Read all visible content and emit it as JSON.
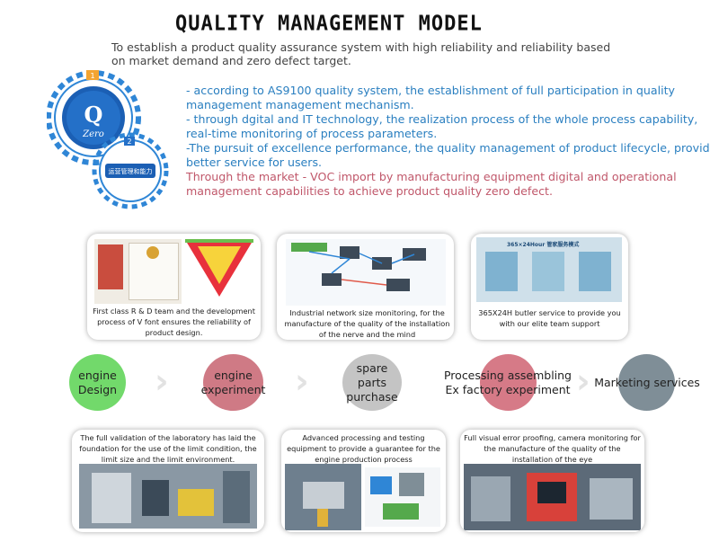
{
  "header": {
    "title": "QUALITY MANAGEMENT MODEL",
    "intro": "To establish a product quality assurance system with high reliability and reliability based on market demand and zero defect target."
  },
  "gears": {
    "badge1": "1",
    "letter": "Q",
    "word": "Zero",
    "badge2": "2",
    "ops_label": "运营管理和能力"
  },
  "points": [
    "- according to AS9100 quality system, the establishment of full participation in quality management management mechanism.",
    "- through dgital and IT technology, the realization process of the whole process capability, real-time monitoring of process parameters.",
    "-The pursuit of excellence performance, the quality management of product lifecycle, provid better service for users."
  ],
  "highlight": "Through the market - VOC import by manufacturing equipment digital and operational management capabilities to achieve product quality zero defect.",
  "top_cards": [
    "First class R & D team and the development process of V font ensures the reliability of product design.",
    "Industrial network size monitoring, for the manufacture of the quality of the installation of the nerve and the mind",
    "365X24H butler service to provide you with our elite team support"
  ],
  "card3_banner": "365×24Hour 管家服务模式",
  "steps": [
    {
      "label": "engine\nDesign",
      "color": "#72d96b"
    },
    {
      "label": "engine\nexperiment",
      "color": "#cf7a85"
    },
    {
      "label": "spare parts\npurchase",
      "color": "#c4c4c4"
    },
    {
      "label": "Processing  assembling\nEx factory experiment",
      "color": "#d67a87"
    },
    {
      "label": "Marketing services",
      "color": "#7f8e97"
    }
  ],
  "bottom_cards": [
    "The full validation of the laboratory has laid the foundation for the use of the limit condition, the limit size and the limit environment.",
    "Advanced processing and testing equipment to provide a guarantee for the engine production process",
    "Full visual error proofing, camera monitoring for the manufacture of the quality of the installation of the eye"
  ],
  "colors": {
    "blue_text": "#2a7fc0",
    "red_text": "#c0576a",
    "gear_blue": "#1b5fb4"
  }
}
